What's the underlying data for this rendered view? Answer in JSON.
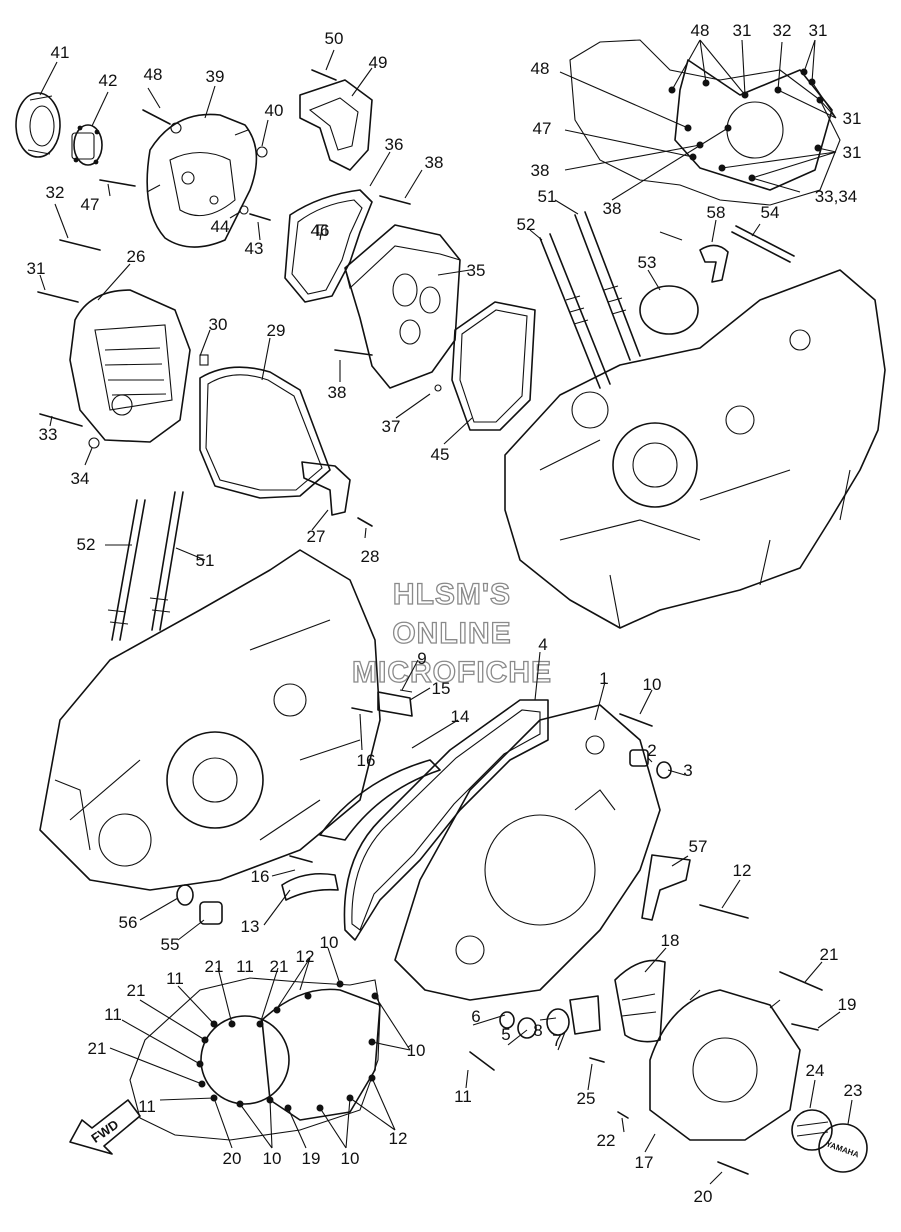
{
  "watermark": {
    "line1": "HLSM'S",
    "line2": "ONLINE",
    "line3": "MICROFICHE"
  },
  "fwd_label": "FWD",
  "brand_label": "YAMAHA",
  "callouts": [
    {
      "id": "c41",
      "text": "41"
    },
    {
      "id": "c42",
      "text": "42"
    },
    {
      "id": "c48a",
      "text": "48"
    },
    {
      "id": "c39",
      "text": "39"
    },
    {
      "id": "c50",
      "text": "50"
    },
    {
      "id": "c49",
      "text": "49"
    },
    {
      "id": "c40",
      "text": "40"
    },
    {
      "id": "c47a",
      "text": "47"
    },
    {
      "id": "c32a",
      "text": "32"
    },
    {
      "id": "c44",
      "text": "44"
    },
    {
      "id": "c43",
      "text": "43"
    },
    {
      "id": "c36",
      "text": "36"
    },
    {
      "id": "c38a",
      "text": "38"
    },
    {
      "id": "c46",
      "text": "46"
    },
    {
      "id": "c26",
      "text": "26"
    },
    {
      "id": "c31a",
      "text": "31"
    },
    {
      "id": "c30",
      "text": "30"
    },
    {
      "id": "c29",
      "text": "29"
    },
    {
      "id": "c35",
      "text": "35"
    },
    {
      "id": "c38b",
      "text": "38"
    },
    {
      "id": "c37",
      "text": "37"
    },
    {
      "id": "c33a",
      "text": "33"
    },
    {
      "id": "c34a",
      "text": "34"
    },
    {
      "id": "c45",
      "text": "45"
    },
    {
      "id": "c27",
      "text": "27"
    },
    {
      "id": "c28",
      "text": "28"
    },
    {
      "id": "c52a",
      "text": "52"
    },
    {
      "id": "c51a",
      "text": "51"
    },
    {
      "id": "c53",
      "text": "53"
    },
    {
      "id": "c58",
      "text": "58"
    },
    {
      "id": "c54",
      "text": "54"
    },
    {
      "id": "c48b",
      "text": "48"
    },
    {
      "id": "c31b",
      "text": "31"
    },
    {
      "id": "c32b",
      "text": "32"
    },
    {
      "id": "c31c",
      "text": "31"
    },
    {
      "id": "c48c",
      "text": "48"
    },
    {
      "id": "c47b",
      "text": "47"
    },
    {
      "id": "c31d",
      "text": "31"
    },
    {
      "id": "c31e",
      "text": "31"
    },
    {
      "id": "c38c",
      "text": "38"
    },
    {
      "id": "c38d",
      "text": "38"
    },
    {
      "id": "c3334",
      "text": "33,34"
    },
    {
      "id": "c52b",
      "text": "52"
    },
    {
      "id": "c51b",
      "text": "51"
    },
    {
      "id": "c9",
      "text": "9"
    },
    {
      "id": "c15",
      "text": "15"
    },
    {
      "id": "c4",
      "text": "4"
    },
    {
      "id": "c1",
      "text": "1"
    },
    {
      "id": "c10a",
      "text": "10"
    },
    {
      "id": "c14",
      "text": "14"
    },
    {
      "id": "c16a",
      "text": "16"
    },
    {
      "id": "c2",
      "text": "2"
    },
    {
      "id": "c3",
      "text": "3"
    },
    {
      "id": "c57",
      "text": "57"
    },
    {
      "id": "c12a",
      "text": "12"
    },
    {
      "id": "c16b",
      "text": "16"
    },
    {
      "id": "c13",
      "text": "13"
    },
    {
      "id": "c56",
      "text": "56"
    },
    {
      "id": "c55",
      "text": "55"
    },
    {
      "id": "c18",
      "text": "18"
    },
    {
      "id": "c21a",
      "text": "21"
    },
    {
      "id": "c19a",
      "text": "19"
    },
    {
      "id": "c12b",
      "text": "12"
    },
    {
      "id": "c10b",
      "text": "10"
    },
    {
      "id": "c11a",
      "text": "11"
    },
    {
      "id": "c21b",
      "text": "21"
    },
    {
      "id": "c11b",
      "text": "11"
    },
    {
      "id": "c21c",
      "text": "21"
    },
    {
      "id": "c21d",
      "text": "21"
    },
    {
      "id": "c11c",
      "text": "11"
    },
    {
      "id": "c21e",
      "text": "21"
    },
    {
      "id": "c6",
      "text": "6"
    },
    {
      "id": "c8",
      "text": "8"
    },
    {
      "id": "c10c",
      "text": "10"
    },
    {
      "id": "c5",
      "text": "5"
    },
    {
      "id": "c7",
      "text": "7"
    },
    {
      "id": "c11d",
      "text": "11"
    },
    {
      "id": "c25",
      "text": "25"
    },
    {
      "id": "c24",
      "text": "24"
    },
    {
      "id": "c23",
      "text": "23"
    },
    {
      "id": "c11e",
      "text": "11"
    },
    {
      "id": "c12c",
      "text": "12"
    },
    {
      "id": "c22",
      "text": "22"
    },
    {
      "id": "c17",
      "text": "17"
    },
    {
      "id": "c20a",
      "text": "20"
    },
    {
      "id": "c10d",
      "text": "10"
    },
    {
      "id": "c19b",
      "text": "19"
    },
    {
      "id": "c10e",
      "text": "10"
    },
    {
      "id": "c20b",
      "text": "20"
    }
  ]
}
